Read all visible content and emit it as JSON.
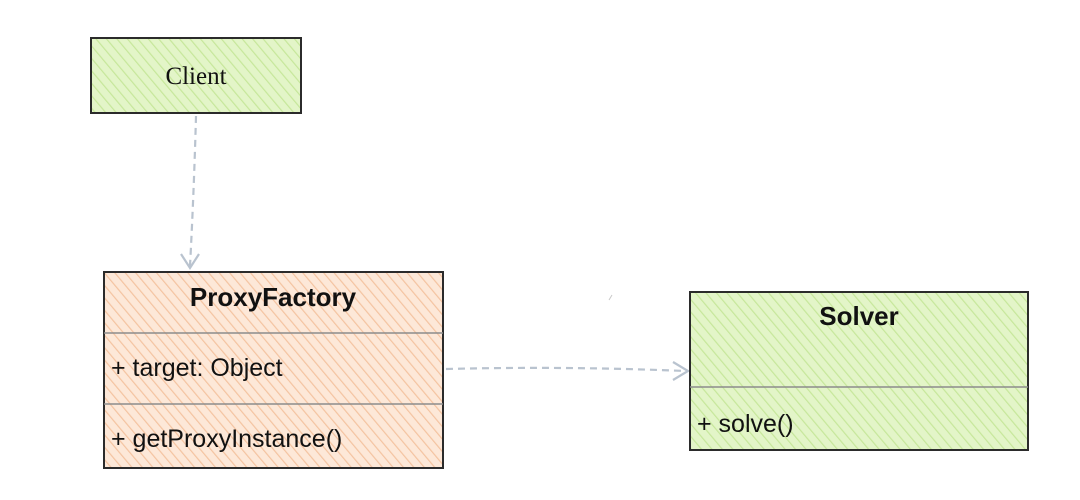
{
  "colors": {
    "green_fill": "#e3f5c8",
    "green_hatch": "#c6e79a",
    "orange_fill": "#fde8d8",
    "orange_hatch": "#f4c3a0",
    "outline": "#2b2b2b",
    "connector": "#b9c3cf"
  },
  "client": {
    "name": "Client"
  },
  "proxy_factory": {
    "name": "ProxyFactory",
    "attribute": "+ target: Object",
    "method": "+ getProxyInstance()"
  },
  "solver": {
    "name": "Solver",
    "method": "+ solve()"
  }
}
